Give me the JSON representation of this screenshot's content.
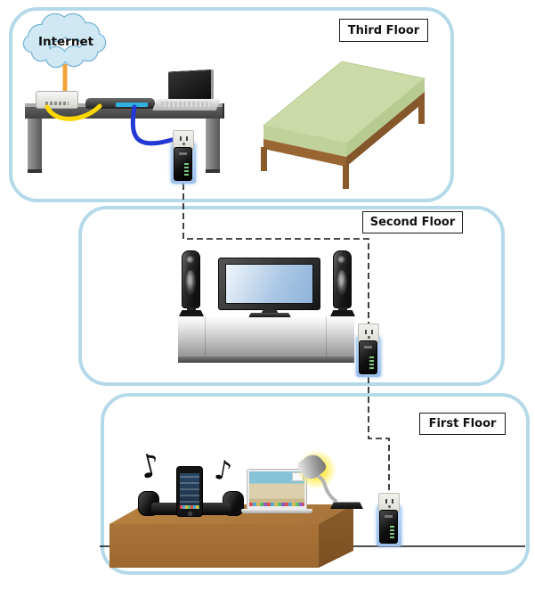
{
  "diagram": {
    "internet": {
      "label": "Internet"
    },
    "floors": {
      "third": {
        "label": "Third Floor",
        "devices": [
          "internet-cloud",
          "modem",
          "router",
          "laptop",
          "desk",
          "powerline-adapter",
          "bed"
        ]
      },
      "second": {
        "label": "Second Floor",
        "devices": [
          "tower-speaker",
          "tv",
          "media-console",
          "powerline-adapter"
        ]
      },
      "first": {
        "label": "First Floor",
        "devices": [
          "iphone-speaker-dock",
          "laptop",
          "desk-lamp",
          "desk",
          "powerline-adapter"
        ]
      }
    },
    "music_note": "♪",
    "colors": {
      "floor_border": "#b4d9e8",
      "cloud_fill": "#cfe8f4",
      "cloud_border": "#77b5d5",
      "internet_cable": "#f2a33c",
      "modem_router_cable": "#ffd800",
      "ethernet_cable": "#2438d4",
      "adapter_glow": "#aacdf2",
      "dashed_link": "#111111",
      "mattress": "#ccdaa8",
      "desk_wood": "#a16a31"
    }
  }
}
